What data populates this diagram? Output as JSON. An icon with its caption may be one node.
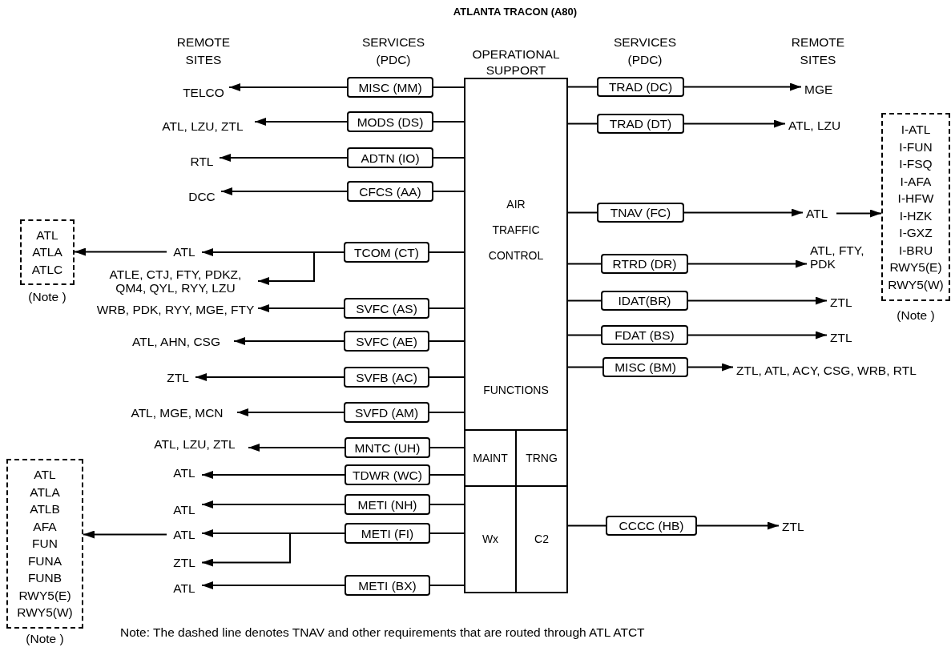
{
  "diagram": {
    "title": "ATLANTA TRACON (A80)",
    "nodes": [
      {
        "text": [
          "OPERATIONAL SUPPORT"
        ]
      },
      {
        "text": [
          "AIR TRAFFIC CONTROL",
          "FUNCTIONS"
        ],
        "in": 0
      },
      {
        "text": [
          "MAINT"
        ],
        "in": 0
      },
      {
        "text": [
          "TRNG"
        ],
        "in": 0
      },
      {
        "text": [
          "Wx"
        ],
        "in": 0
      },
      {
        "text": [
          "C2"
        ],
        "in": 0
      },
      {
        "text": [
          "MISC (MM)"
        ]
      },
      {
        "text": [
          "MODS (DS)"
        ]
      },
      {
        "text": [
          "ADTN (IO)"
        ]
      },
      {
        "text": [
          "CFCS (AA)"
        ]
      },
      {
        "text": [
          "TCOM (CT)"
        ]
      },
      {
        "text": [
          "SVFC (AS)"
        ]
      },
      {
        "text": [
          "SVFC (AE)"
        ]
      },
      {
        "text": [
          "SVFB (AC)"
        ]
      },
      {
        "text": [
          "SVFD (AM)"
        ]
      },
      {
        "text": [
          "MNTC (UH)"
        ]
      },
      {
        "text": [
          "TDWR (WC)"
        ]
      },
      {
        "text": [
          "METI (NH)"
        ]
      },
      {
        "text": [
          "METI (FI)"
        ]
      },
      {
        "text": [
          "METI (BX)"
        ]
      },
      {
        "text": [
          "TELCO"
        ]
      },
      {
        "text": [
          "ATL, LZU, ZTL"
        ]
      },
      {
        "text": [
          "RTL"
        ]
      },
      {
        "text": [
          "DCC"
        ]
      },
      {
        "text": [
          "ATL"
        ]
      },
      {
        "text": [
          "ATLE, CTJ, FTY, PDKZ, QM4, QYL, RYY, LZU"
        ]
      },
      {
        "text": [
          "WRB, PDK, RYY, MGE, FTY"
        ]
      },
      {
        "text": [
          "ATL, AHN, CSG"
        ]
      },
      {
        "text": [
          "ZTL"
        ]
      },
      {
        "text": [
          "ATL, MGE, MCN"
        ]
      },
      {
        "text": [
          "ATL, LZU, ZTL"
        ]
      },
      {
        "text": [
          "ATL"
        ]
      },
      {
        "text": [
          "ATL"
        ]
      },
      {
        "text": [
          "ATL"
        ]
      },
      {
        "text": [
          "ZTL"
        ]
      },
      {
        "text": [
          "ATL"
        ]
      },
      {
        "text": [
          "ATL",
          "ATLA",
          "ATLC"
        ],
        "beside": [
          "(Note )"
        ]
      },
      {
        "text": [
          "ATL",
          "ATLA",
          "ATLB",
          "AFA",
          "FUN",
          "FUNA",
          "FUNB",
          "RWY5(E)",
          "RWY5(W)"
        ],
        "beside": [
          "(Note )"
        ]
      },
      {
        "text": [
          "TRAD (DC)"
        ]
      },
      {
        "text": [
          "TRAD (DT)"
        ]
      },
      {
        "text": [
          "TNAV (FC)"
        ]
      },
      {
        "text": [
          "RTRD (DR)"
        ]
      },
      {
        "text": [
          "IDAT(BR)"
        ]
      },
      {
        "text": [
          "FDAT (BS)"
        ]
      },
      {
        "text": [
          "MISC (BM)"
        ]
      },
      {
        "text": [
          "CCCC (HB)"
        ]
      },
      {
        "text": [
          "MGE"
        ]
      },
      {
        "text": [
          "ATL, LZU"
        ]
      },
      {
        "text": [
          "ATL"
        ]
      },
      {
        "text": [
          "ATL, FTY, PDK"
        ]
      },
      {
        "text": [
          "ZTL"
        ]
      },
      {
        "text": [
          "ZTL"
        ]
      },
      {
        "text": [
          "ZTL, ATL, ACY, CSG, WRB, RTL"
        ]
      },
      {
        "text": [
          "ZTL"
        ]
      },
      {
        "text": [
          "I-ATL",
          "I-FUN",
          "I-FSQ",
          "I-AFA",
          "I-HFW",
          "I-HZK",
          "I-GXZ",
          "I-BRU",
          "RWY5(E)",
          "RWY5(W)"
        ],
        "beside": [
          "(Note )"
        ]
      }
    ],
    "edges": [
      {
        "from": 1,
        "to": 6,
        "arrow": "none"
      },
      {
        "from": 1,
        "to": 7,
        "arrow": "none"
      },
      {
        "from": 1,
        "to": 8,
        "arrow": "none"
      },
      {
        "from": 1,
        "to": 9,
        "arrow": "none"
      },
      {
        "from": 1,
        "to": 10,
        "arrow": "none"
      },
      {
        "from": 1,
        "to": 11,
        "arrow": "none"
      },
      {
        "from": 1,
        "to": 12,
        "arrow": "none"
      },
      {
        "from": 1,
        "to": 13,
        "arrow": "none"
      },
      {
        "from": 1,
        "to": 14,
        "arrow": "none"
      },
      {
        "from": 2,
        "to": 15,
        "arrow": "none"
      },
      {
        "from": 2,
        "to": 16,
        "arrow": "none"
      },
      {
        "from": 4,
        "to": 17,
        "arrow": "none"
      },
      {
        "from": 4,
        "to": 18,
        "arrow": "none"
      },
      {
        "from": 4,
        "to": 19,
        "arrow": "none"
      },
      {
        "from": 6,
        "to": 20,
        "arrow": "to"
      },
      {
        "from": 7,
        "to": 21,
        "arrow": "to"
      },
      {
        "from": 8,
        "to": 22,
        "arrow": "to"
      },
      {
        "from": 9,
        "to": 23,
        "arrow": "to"
      },
      {
        "from": 10,
        "to": 24,
        "arrow": "to"
      },
      {
        "from": 10,
        "to": 25,
        "arrow": "to"
      },
      {
        "from": 11,
        "to": 26,
        "arrow": "to"
      },
      {
        "from": 12,
        "to": 27,
        "arrow": "to"
      },
      {
        "from": 13,
        "to": 28,
        "arrow": "to"
      },
      {
        "from": 14,
        "to": 29,
        "arrow": "to"
      },
      {
        "from": 15,
        "to": 30,
        "arrow": "to"
      },
      {
        "from": 16,
        "to": 31,
        "arrow": "to"
      },
      {
        "from": 17,
        "to": 32,
        "arrow": "to"
      },
      {
        "from": 18,
        "to": 33,
        "arrow": "to"
      },
      {
        "from": 18,
        "to": 34,
        "arrow": "to"
      },
      {
        "from": 19,
        "to": 35,
        "arrow": "to"
      },
      {
        "from": 24,
        "to": 36,
        "arrow": "to"
      },
      {
        "from": 33,
        "to": 37,
        "arrow": "to"
      },
      {
        "from": 1,
        "to": 38,
        "arrow": "none"
      },
      {
        "from": 1,
        "to": 39,
        "arrow": "none"
      },
      {
        "from": 1,
        "to": 40,
        "arrow": "none"
      },
      {
        "from": 1,
        "to": 41,
        "arrow": "none"
      },
      {
        "from": 1,
        "to": 42,
        "arrow": "none"
      },
      {
        "from": 1,
        "to": 43,
        "arrow": "none"
      },
      {
        "from": 1,
        "to": 44,
        "arrow": "none"
      },
      {
        "from": 5,
        "to": 45,
        "arrow": "none"
      },
      {
        "from": 38,
        "to": 46,
        "arrow": "to"
      },
      {
        "from": 39,
        "to": 47,
        "arrow": "to"
      },
      {
        "from": 40,
        "to": 48,
        "arrow": "to"
      },
      {
        "from": 41,
        "to": 49,
        "arrow": "to"
      },
      {
        "from": 42,
        "to": 50,
        "arrow": "to"
      },
      {
        "from": 43,
        "to": 51,
        "arrow": "to"
      },
      {
        "from": 44,
        "to": 52,
        "arrow": "to"
      },
      {
        "from": 45,
        "to": 53,
        "arrow": "to"
      },
      {
        "from": 48,
        "to": 54,
        "arrow": "to"
      }
    ],
    "labels": [
      "REMOTE SITES",
      "SERVICES (PDC)",
      "SERVICES (PDC)",
      "REMOTE SITES",
      "Note: The dashed line denotes TNAV and other requirements that are routed through ATL ATCT"
    ]
  }
}
